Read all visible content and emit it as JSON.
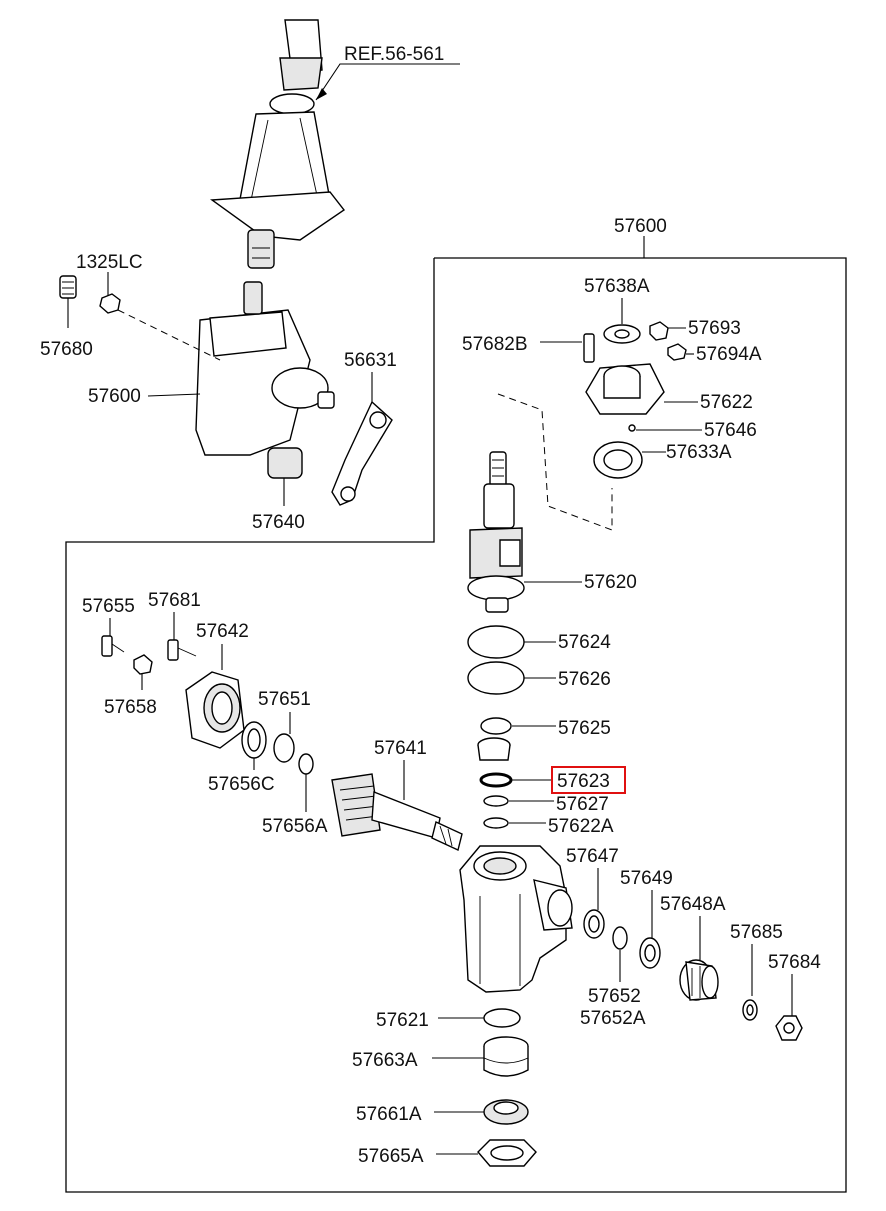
{
  "labels": {
    "ref": "REF.56-561",
    "l1325lc": "1325LC",
    "l57680": "57680",
    "l57600_left": "57600",
    "l56631": "56631",
    "l57640": "57640",
    "l57600_top": "57600",
    "l57638a": "57638A",
    "l57682b": "57682B",
    "l57693": "57693",
    "l57694a": "57694A",
    "l57622": "57622",
    "l57646": "57646",
    "l57633a": "57633A",
    "l57620": "57620",
    "l57624": "57624",
    "l57626": "57626",
    "l57625": "57625",
    "l57623": "57623",
    "l57627": "57627",
    "l57622a": "57622A",
    "l57655": "57655",
    "l57681": "57681",
    "l57642": "57642",
    "l57658": "57658",
    "l57651": "57651",
    "l57656c": "57656C",
    "l57656a": "57656A",
    "l57641": "57641",
    "l57647": "57647",
    "l57649": "57649",
    "l57648a": "57648A",
    "l57685": "57685",
    "l57684": "57684",
    "l57652": "57652",
    "l57652a": "57652A",
    "l57621": "57621",
    "l57663a": "57663A",
    "l57661a": "57661A",
    "l57665a": "57665A"
  },
  "highlight": {
    "part": "57623",
    "color": "#e01010"
  }
}
